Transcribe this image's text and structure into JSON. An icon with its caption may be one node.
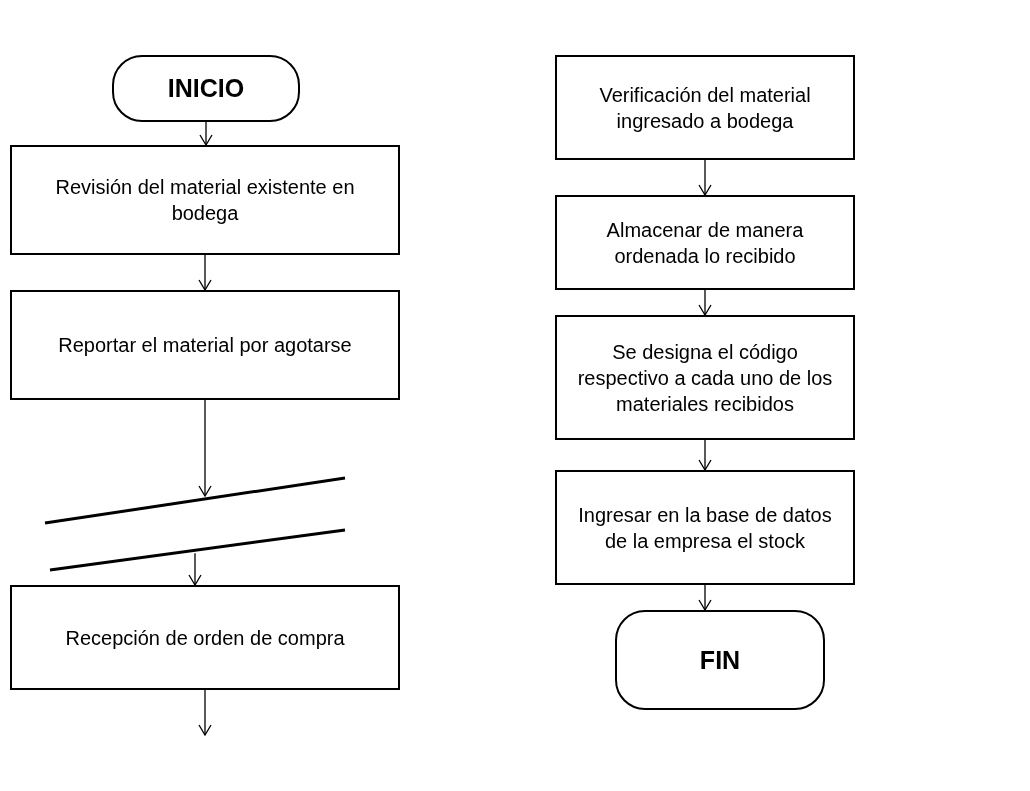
{
  "diagram": {
    "nodes": [
      {
        "text": [
          "INICIO"
        ]
      },
      {
        "text": [
          "Revisión del material existente en bodega"
        ]
      },
      {
        "text": [
          "Reportar el material por agotarse"
        ]
      },
      {
        "text": [],
        "shape": "bar"
      },
      {
        "text": [
          "Recepción de orden de compra"
        ]
      },
      {
        "text": [
          "Verificación del material ingresado a bodega"
        ]
      },
      {
        "text": [
          "Almacenar de manera ordenada lo recibido"
        ]
      },
      {
        "text": [
          "Se designa el código respectivo a cada uno de los materiales recibidos"
        ]
      },
      {
        "text": [
          "Ingresar en la base de datos de la empresa el stock"
        ]
      },
      {
        "text": [
          "FIN"
        ]
      }
    ],
    "edges": [
      {
        "from": 0,
        "to": 1,
        "arrow": "to"
      },
      {
        "from": 1,
        "to": 2,
        "arrow": "to"
      },
      {
        "from": 2,
        "to": 3,
        "arrow": "to"
      },
      {
        "from": 3,
        "to": 4,
        "arrow": "to"
      },
      {
        "from": 4,
        "to": null,
        "arrow": "to"
      },
      {
        "from": 5,
        "to": 6,
        "arrow": "to"
      },
      {
        "from": 6,
        "to": 7,
        "arrow": "to"
      },
      {
        "from": 7,
        "to": 8,
        "arrow": "to"
      },
      {
        "from": 8,
        "to": 9,
        "arrow": "to"
      }
    ]
  }
}
